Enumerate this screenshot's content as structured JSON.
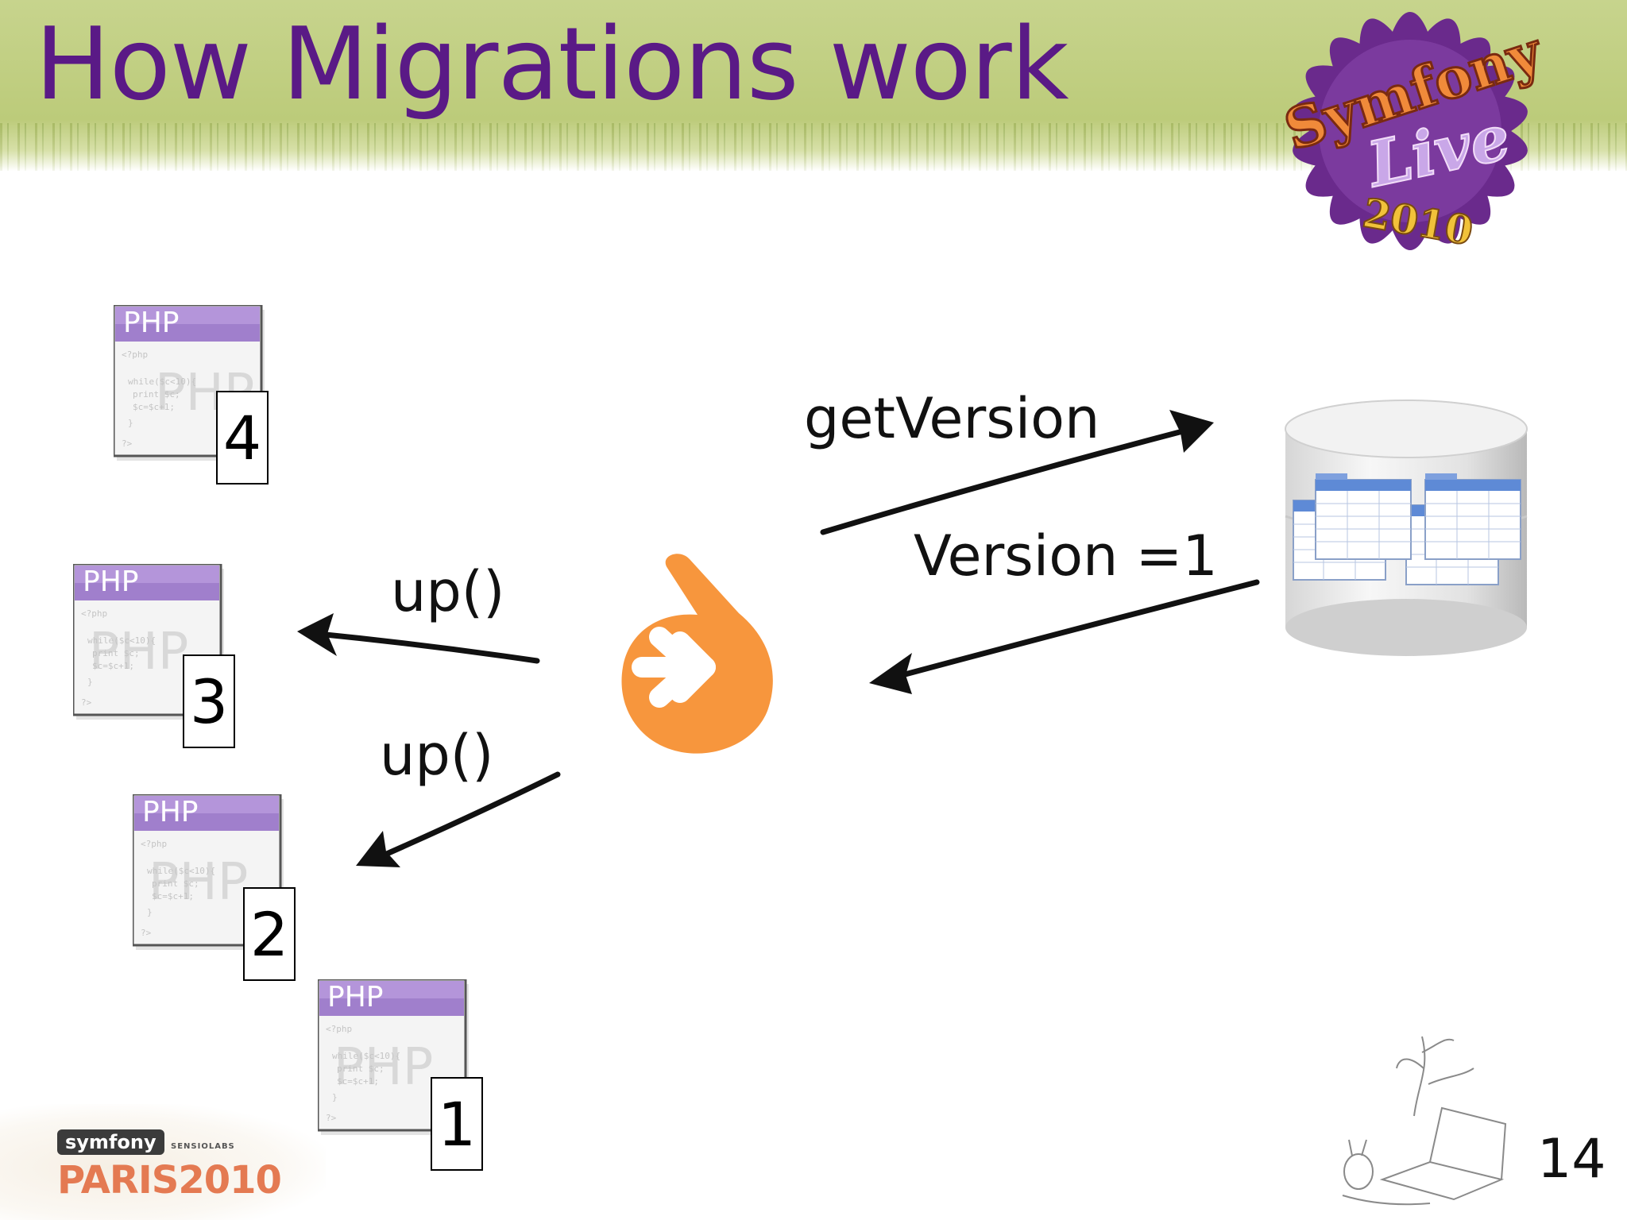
{
  "slide": {
    "title": "How Migrations work",
    "page_number": "14"
  },
  "logos": {
    "symfony_live_text_1": "Symfony",
    "symfony_live_text_2": "Live",
    "symfony_live_year": "2010",
    "footer_badge": "symfony",
    "footer_sensio": "SENSIOLABS",
    "footer_event": "PARIS2010"
  },
  "php_files": [
    {
      "badge": "PHP",
      "number": "4"
    },
    {
      "badge": "PHP",
      "number": "3"
    },
    {
      "badge": "PHP",
      "number": "2"
    },
    {
      "badge": "PHP",
      "number": "1"
    }
  ],
  "arrows": {
    "get_version": "getVersion",
    "version_result": "Version =1",
    "up_1": "up()",
    "up_2": "up()"
  },
  "colors": {
    "title": "#5a1a86",
    "header_band": "#c7d48d",
    "doctrine_orange": "#f7963d",
    "php_header": "#9c78c9"
  }
}
